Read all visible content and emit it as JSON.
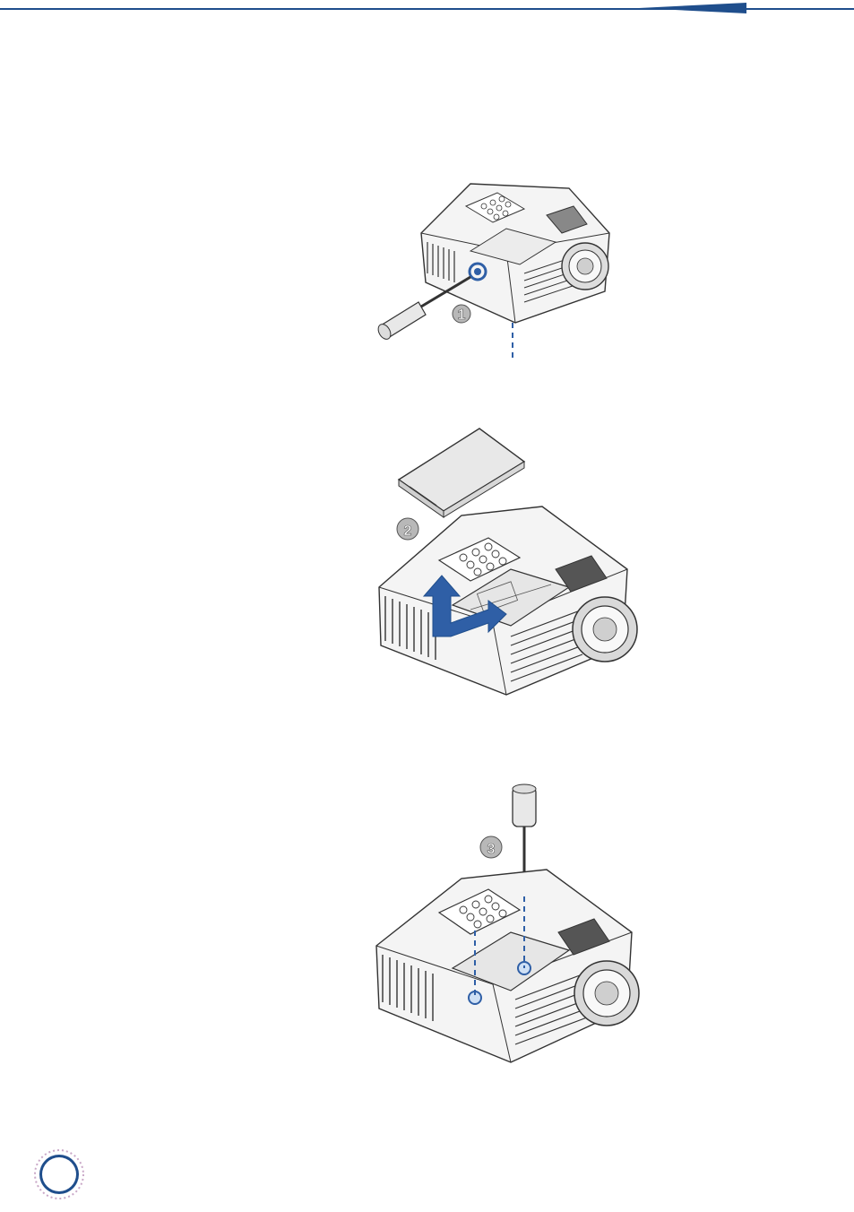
{
  "steps": [
    {
      "number": "1"
    },
    {
      "number": "2"
    },
    {
      "number": "3"
    }
  ],
  "colors": {
    "accent": "#1f4e8c",
    "guide_line": "#2f5fa6",
    "arrow": "#2f5fa6",
    "outline": "#333333",
    "badge_fill": "#b8b8b8"
  },
  "icons": [
    "screwdriver-icon",
    "projector-icon",
    "lamp-cover-icon",
    "lift-arrow-icon"
  ]
}
